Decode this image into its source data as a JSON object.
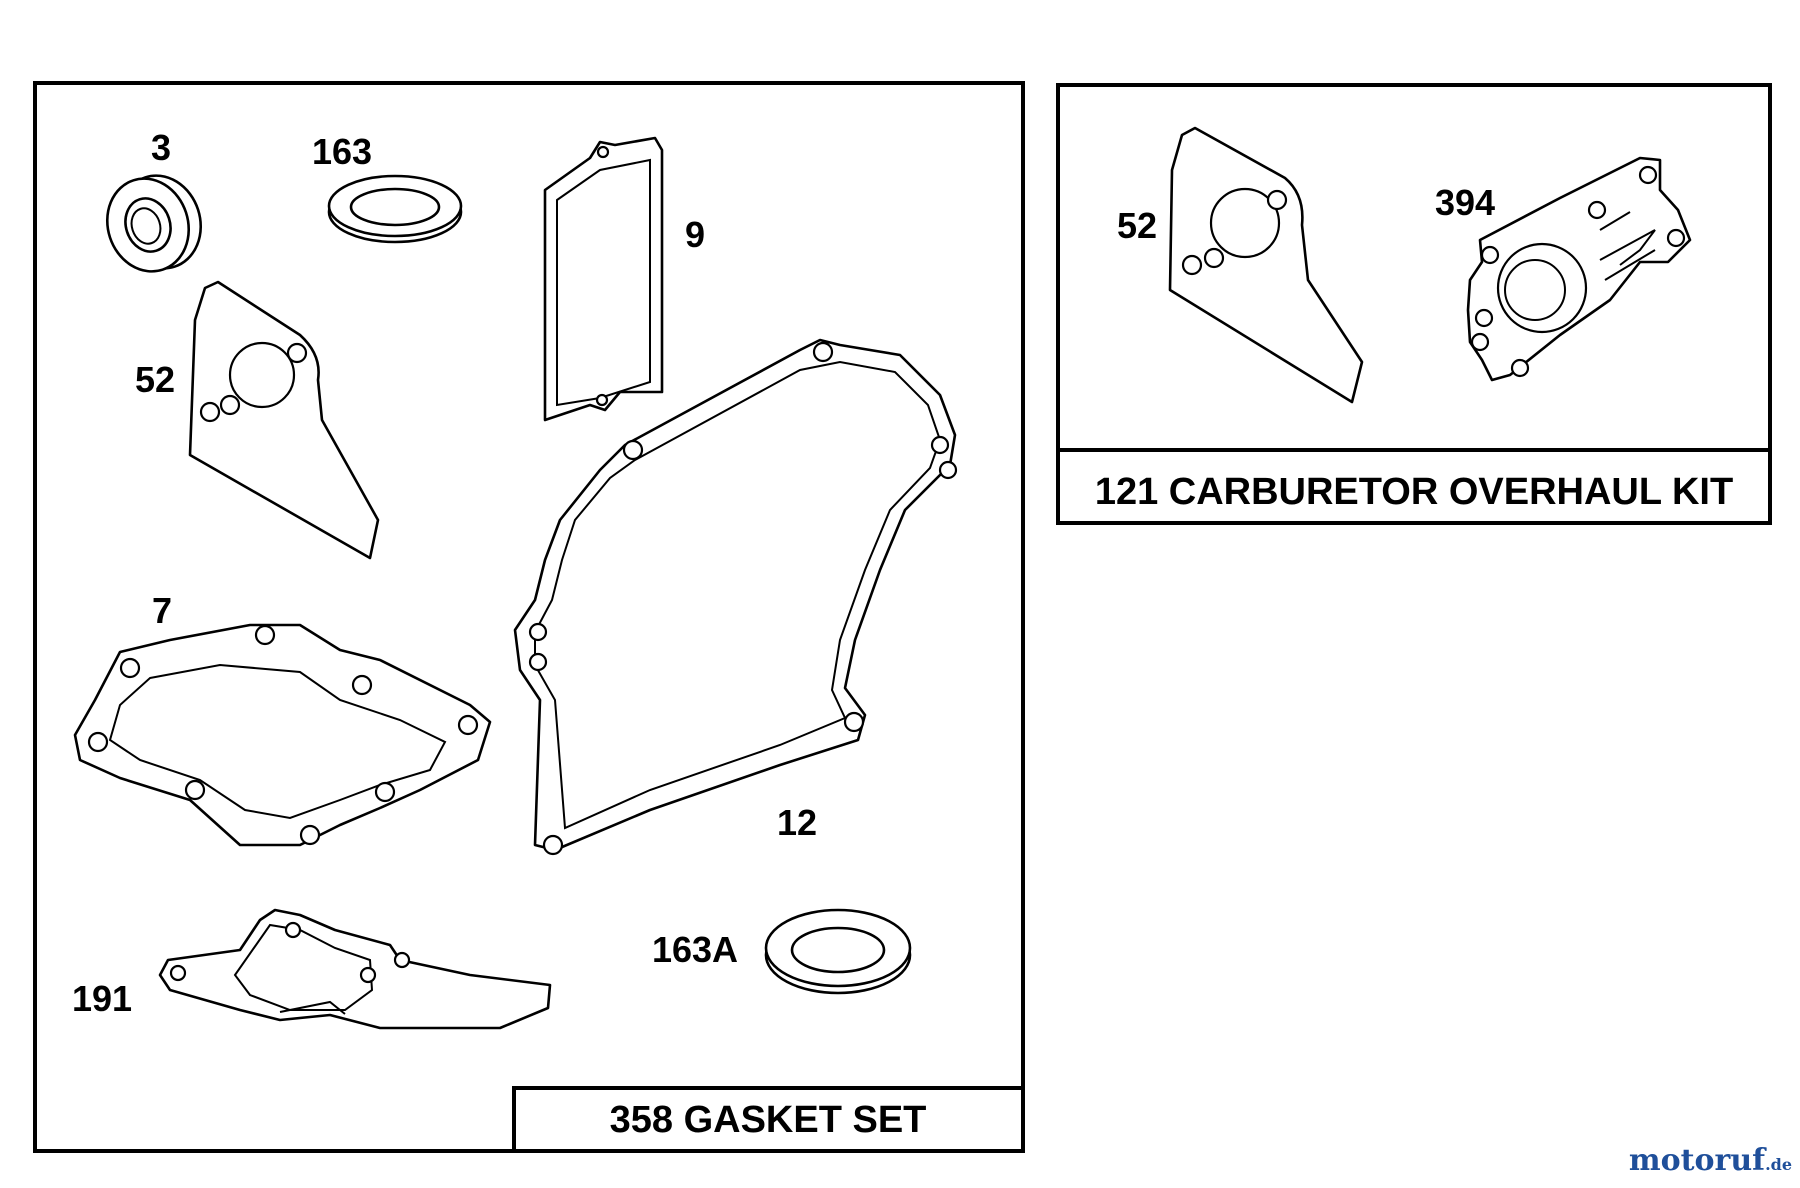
{
  "kits": [
    {
      "title": "358 GASKET SET",
      "parts": [
        "3",
        "163",
        "9",
        "52",
        "7",
        "12",
        "163A",
        "191"
      ]
    },
    {
      "title": "121 CARBURETOR OVERHAUL KIT",
      "parts": [
        "52",
        "394"
      ]
    }
  ],
  "watermark": {
    "text": "motoruf",
    "suffix": ".de",
    "color": "#1f4f9a"
  }
}
